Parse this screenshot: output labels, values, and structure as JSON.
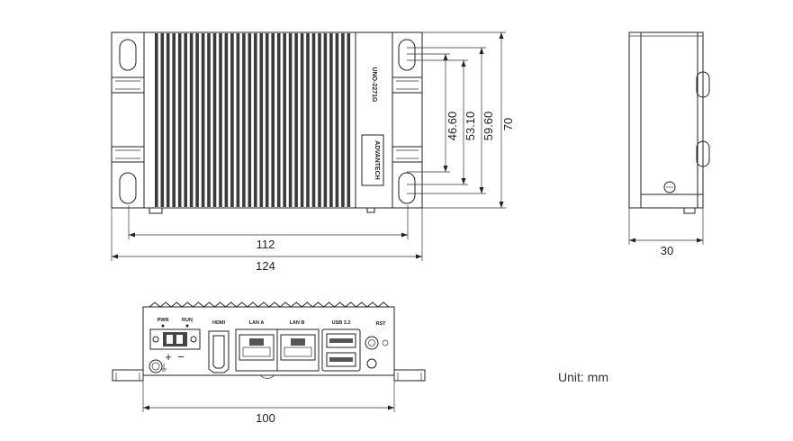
{
  "top_view": {
    "model_label": "UNO-2271G",
    "brand_label": "ADVANTECH",
    "dim_width_inner": "112",
    "dim_width_outer": "124",
    "dim_h1": "46.60",
    "dim_h2": "53.10",
    "dim_h3": "59.60",
    "dim_h4": "70"
  },
  "side_view": {
    "dim_depth": "30"
  },
  "front_view": {
    "labels": {
      "pwr": "PWR",
      "run": "RUN",
      "hdmi": "HDMI",
      "lan_a": "LAN A",
      "lan_b": "LAN B",
      "usb": "USB 3.2",
      "rst": "RST",
      "plus": "+",
      "minus": "−"
    },
    "dim_width": "100"
  },
  "unit_label": "Unit: mm"
}
